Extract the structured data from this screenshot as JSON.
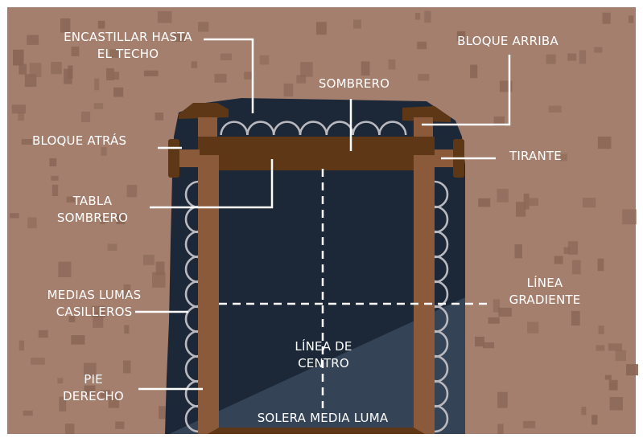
{
  "labels": {
    "encastillar": {
      "line1": "ENCASTILLAR HASTA",
      "line2": "EL TECHO"
    },
    "bloque_arriba": "BLOQUE ARRIBA",
    "sombrero": "SOMBRERO",
    "bloque_atras": "BLOQUE ATRÁS",
    "tirante": "TIRANTE",
    "tabla_sombrero": {
      "line1": "TABLA",
      "line2": "SOMBRERO"
    },
    "medias_lumas": {
      "line1": "MEDIAS LUMAS",
      "line2": "CASILLEROS"
    },
    "linea_gradiente": {
      "line1": "LÍNEA",
      "line2": "GRADIENTE"
    },
    "linea_centro": {
      "line1": "LÍNEA DE",
      "line2": "CENTRO"
    },
    "pie_derecho": {
      "line1": "PIE",
      "line2": "DERECHO"
    },
    "solera": "SOLERA MEDIA LUMA"
  },
  "colors": {
    "rock": "#a47f6e",
    "rock_speckle": "#8a6656",
    "tunnel": "#1c2838",
    "tunnel_lower": "#354356",
    "timber": "#8a5a3a",
    "timber_dark": "#5e3816",
    "lagging": "#b9b9bf",
    "leader": "#ffffff",
    "label_text": "#ffffff"
  }
}
